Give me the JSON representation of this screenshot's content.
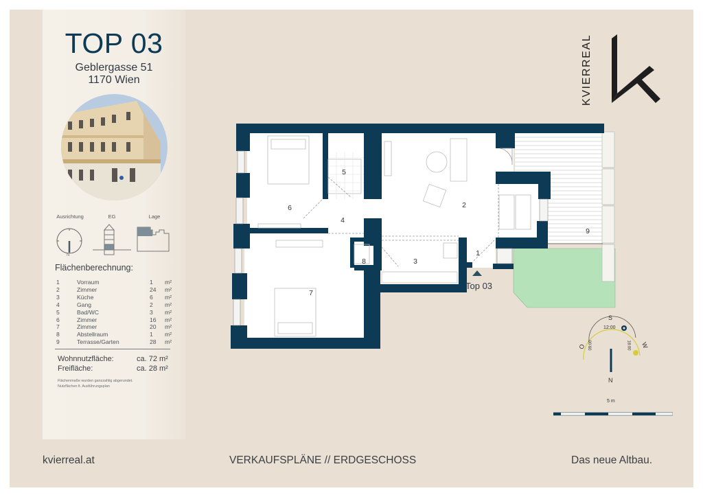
{
  "header": {
    "unit_title": "TOP 03",
    "street": "Geblergasse 51",
    "city": "1170 Wien"
  },
  "brand": {
    "name": "KVIERREAL",
    "logo_letter": "k",
    "accent_color": "#0d3a54",
    "logo_color": "#1e1e1e"
  },
  "indicators": {
    "orientation_label": "Ausrichtung",
    "orientation_north": "N",
    "floor_label": "EG",
    "position_label": "Lage"
  },
  "area_calc": {
    "title": "Flächenberechnung:",
    "unit": "m²",
    "rows": [
      {
        "no": "1",
        "room": "Vorraum",
        "area": "1"
      },
      {
        "no": "2",
        "room": "Zimmer",
        "area": "24"
      },
      {
        "no": "3",
        "room": "Küche",
        "area": "6"
      },
      {
        "no": "4",
        "room": "Gang",
        "area": "2"
      },
      {
        "no": "5",
        "room": "Bad/WC",
        "area": "3"
      },
      {
        "no": "6",
        "room": "Zimmer",
        "area": "16"
      },
      {
        "no": "7",
        "room": "Zimmer",
        "area": "20"
      },
      {
        "no": "8",
        "room": "Abstellraum",
        "area": "1"
      },
      {
        "no": "9",
        "room": "Terrasse/Garten",
        "area": "28"
      }
    ],
    "living_label": "Wohnnutzfläche:",
    "living_value": "ca. 72 m²",
    "outdoor_label": "Freifläche:",
    "outdoor_value": "ca. 28 m²",
    "note_line1": "Flächenmaße wurden ganzzahlig abgerundet.",
    "note_line2": "Nutzflächen lt. Ausführungsplan"
  },
  "floorplan": {
    "wall_color": "#0d3a54",
    "garden_color": "#b5e2b8",
    "room_labels": [
      "1",
      "2",
      "3",
      "4",
      "5",
      "6",
      "7",
      "8",
      "9"
    ],
    "entrance_label": "Top 03"
  },
  "compass": {
    "south": "S",
    "north": "N",
    "east": "O",
    "west": "W",
    "noon": "12:00",
    "morning": "09:00",
    "evening": "18:00",
    "sun_color": "#d6cc3a"
  },
  "scale_bar": {
    "label": "5 m"
  },
  "footer": {
    "website": "kvierreal.at",
    "center": "VERKAUFSPLÄNE // ERDGESCHOSS",
    "tagline": "Das neue Altbau."
  }
}
